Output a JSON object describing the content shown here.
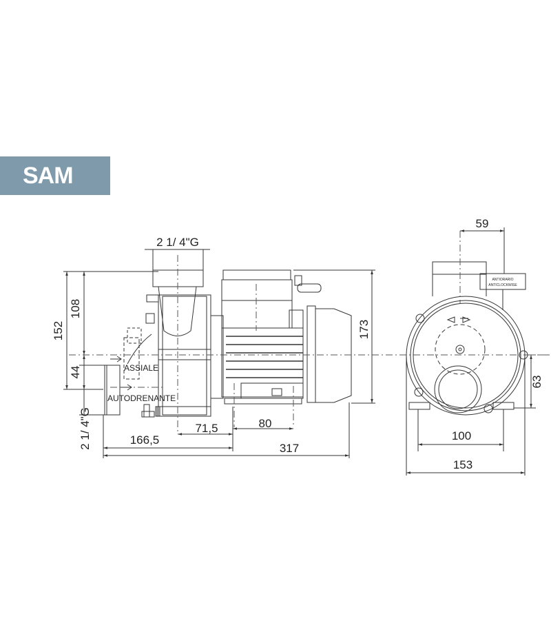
{
  "header": {
    "model_label": "SAM",
    "badge_color": "#7f9bab"
  },
  "side_view": {
    "inlet_thread": "2 1/ 4\"G",
    "outlet_thread": "2 1/ 4\"G",
    "dim_total_height": "152",
    "dim_upper_height": "108",
    "dim_lower_height": "44",
    "dim_motor_height": "173",
    "dim_to_axis": "166,5",
    "dim_axis_to_foot": "71,5",
    "dim_foot_spacing": "80",
    "dim_total_length": "317",
    "label_axial": "ASSIALE",
    "label_self_priming": "AUTODRENANTE"
  },
  "front_view": {
    "dim_top_offset": "59",
    "dim_axis_height": "63",
    "dim_foot_width": "100",
    "dim_total_width": "153",
    "label_line1": "ANTIORARIO",
    "label_line2": "ANTICLOCKWISE"
  }
}
